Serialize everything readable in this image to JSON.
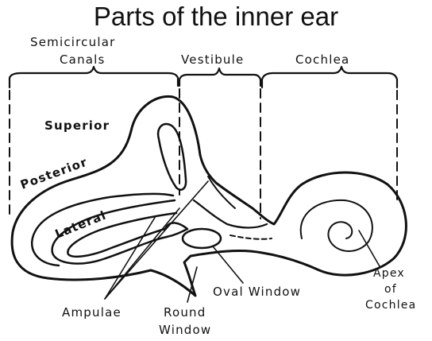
{
  "title": "Parts of the inner ear",
  "sections": {
    "semicircular_line1": "Semicircular",
    "semicircular_line2": "Canals",
    "vestibule": "Vestibule",
    "cochlea": "Cochlea"
  },
  "canals": {
    "superior": "Superior",
    "posterior": "Posterior",
    "lateral": "Lateral"
  },
  "callouts": {
    "ampulae": "Ampulae",
    "round_window_line1": "Round",
    "round_window_line2": "Window",
    "oval_window": "Oval Window",
    "apex_line1": "Apex",
    "apex_line2": "of",
    "apex_line3": "Cochlea"
  },
  "colors": {
    "ink": "#111111",
    "background": "#ffffff"
  }
}
